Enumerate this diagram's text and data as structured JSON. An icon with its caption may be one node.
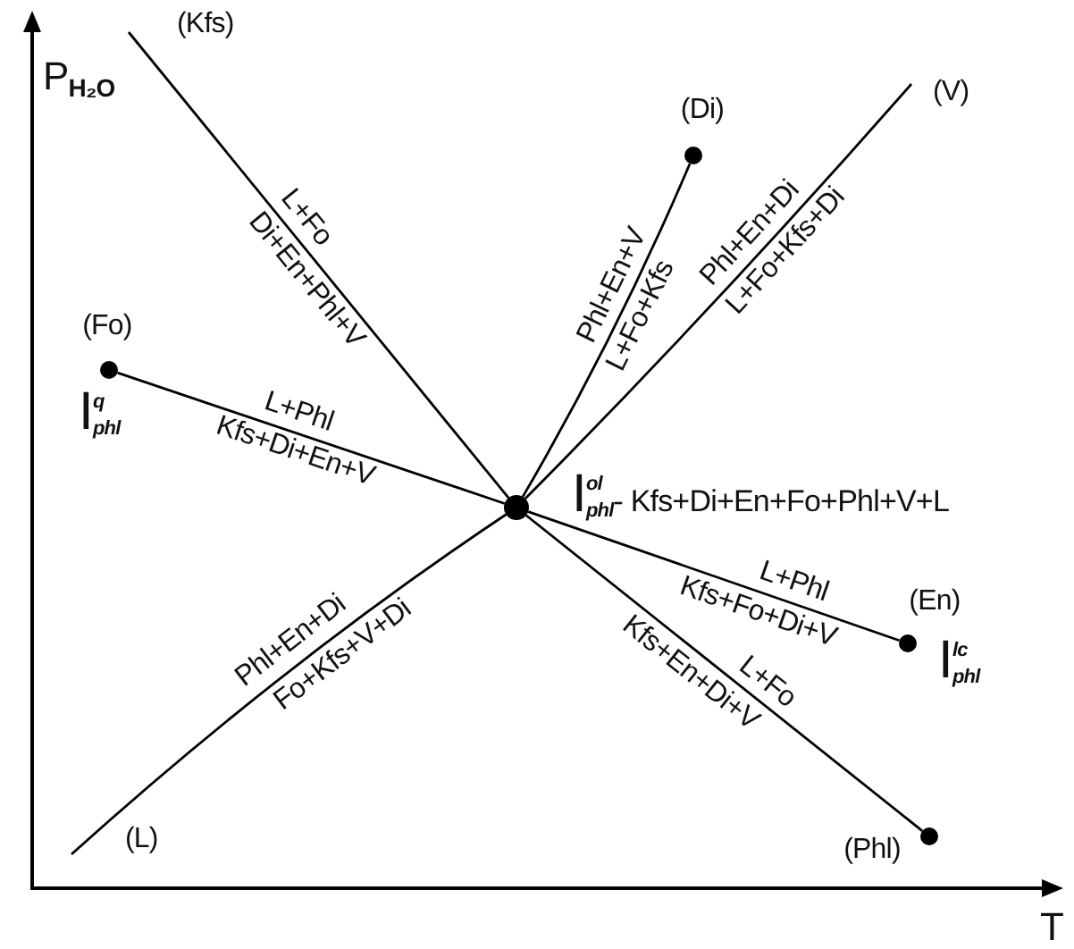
{
  "diagram": {
    "nodes": [
      {
        "text": [
          "(Kfs)"
        ]
      },
      {
        "text": [],
        "shape": "circle",
        "beside": [
          "(Di)"
        ]
      },
      {
        "text": [
          "(V)"
        ]
      },
      {
        "text": [],
        "shape": "circle",
        "beside": [
          "(Fo)",
          "I$^{q}$$_{phl}$"
        ]
      },
      {
        "text": [],
        "shape": "circle",
        "beside": [
          "I$^{ol}$$_{phl}$- Kfs+Di+En+Fo+Phl+V+L"
        ]
      },
      {
        "text": [],
        "shape": "circle",
        "beside": [
          "(En)",
          "I$^{lc}$$_{phl}$"
        ]
      },
      {
        "text": [],
        "shape": "circle",
        "beside": [
          "(Phl)"
        ]
      },
      {
        "text": [
          "(L)"
        ]
      }
    ],
    "edges": [
      {
        "from": 4,
        "to": 0,
        "arrow": "none"
      },
      {
        "from": 4,
        "to": 1,
        "arrow": "none"
      },
      {
        "from": 4,
        "to": 2,
        "arrow": "none"
      },
      {
        "from": 4,
        "to": 3,
        "arrow": "none"
      },
      {
        "from": 4,
        "to": 5,
        "arrow": "none"
      },
      {
        "from": 4,
        "to": 6,
        "arrow": "none"
      },
      {
        "from": 4,
        "to": 7,
        "arrow": "none"
      }
    ],
    "labels": [
      "P$_{H₂O}$",
      "L+Fo",
      "Di+En+Phl+V",
      "Phl+En+V",
      "L+Fo+Kfs",
      "Phl+En+Di",
      "L+Fo+Kfs+Di",
      "L+Phl",
      "Kfs+Di+En+V",
      "L+Phl",
      "Kfs+Fo+Di+V",
      "Phl+En+Di",
      "Fo+Kfs+V+Di",
      "Kfs+En+Di+V",
      "L+Fo",
      "T"
    ]
  }
}
